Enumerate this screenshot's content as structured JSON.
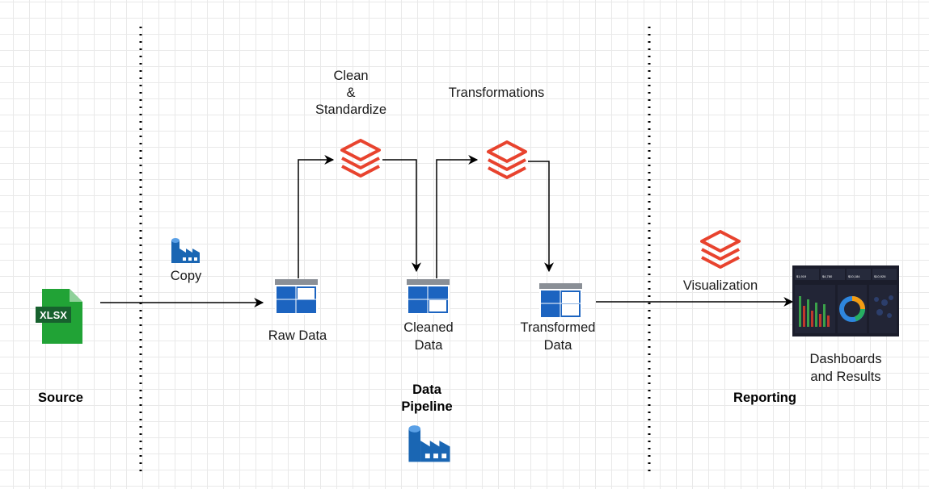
{
  "sections": {
    "source": "Source",
    "pipeline_line1": "Data",
    "pipeline_line2": "Pipeline",
    "reporting": "Reporting"
  },
  "nodes": {
    "copy": "Copy",
    "raw_data": "Raw Data",
    "clean_line1": "Clean",
    "clean_line2": "&",
    "clean_line3": "Standardize",
    "transformations": "Transformations",
    "cleaned_line1": "Cleaned",
    "cleaned_line2": "Data",
    "transformed_line1": "Transformed",
    "transformed_line2": "Data",
    "visualization": "Visualization",
    "dashboards_line1": "Dashboards",
    "dashboards_line2": "and Results"
  },
  "icons": {
    "source_file": "xlsx-file-icon",
    "source_file_label": "XLSX",
    "factory": "data-factory-icon",
    "databricks": "databricks-icon",
    "storage": "storage-table-icon",
    "dashboard": "dashboard-screenshot",
    "dashboard_kpis": [
      "$1,919",
      "$4,780",
      "$10,184",
      "$10,926"
    ]
  },
  "colors": {
    "databricks_red": "#e8432e",
    "factory_blue": "#1a66b3",
    "table_header": "#8a8f96",
    "table_blue": "#1c64c0",
    "excel_green": "#21a336",
    "excel_dark": "#17612e",
    "arrow": "#000000"
  }
}
